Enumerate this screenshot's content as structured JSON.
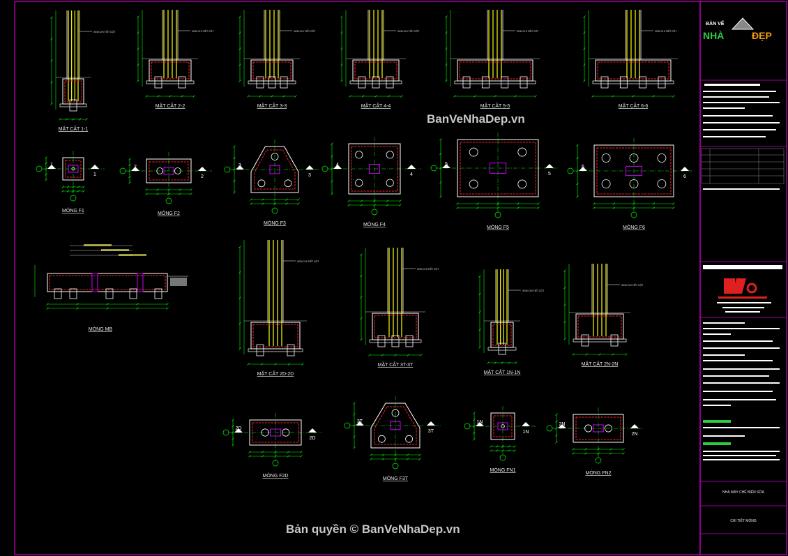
{
  "colors": {
    "background": "#000000",
    "frame": "#d000d0",
    "concrete": "#ffffff",
    "rebar_outline": "#ff2020",
    "column_bars": "#ffff00",
    "dimension": "#00ff00",
    "pedestal": "#d000ff",
    "pile": "#ffffff",
    "logo_green": "#2ecc40",
    "logo_orange": "#f39c12"
  },
  "watermarks": {
    "top": "BanVeNhaDep.vn",
    "bottom": "Bản quyền © BanVeNhaDep.vn"
  },
  "logo": {
    "line1": "BẢN VẼ",
    "line2a": "NHÀ",
    "line2b": "ĐẸP"
  },
  "column_callout": "XEM CHI TIẾT CỘT",
  "sections": [
    {
      "key": "s11",
      "label": "MẶT CẮT 1-1"
    },
    {
      "key": "s22",
      "label": "MẶT CẮT 2-2"
    },
    {
      "key": "s33",
      "label": "MẶT CẮT 3-3"
    },
    {
      "key": "s44",
      "label": "MẶT CẮT 4-4"
    },
    {
      "key": "s55",
      "label": "MẶT CẮT 5-5"
    },
    {
      "key": "s66",
      "label": "MẶT CẮT 6-6"
    },
    {
      "key": "s2d",
      "label": "MẶT CẮT 2D-2D"
    },
    {
      "key": "s3t",
      "label": "MẶT CẮT 3T-3T"
    },
    {
      "key": "s1n",
      "label": "MẶT CẮT 1N-1N"
    },
    {
      "key": "s2n",
      "label": "MẶT CẮT 2N-2N"
    }
  ],
  "plans": [
    {
      "key": "f1",
      "label": "MÓNG F1",
      "mark": "1"
    },
    {
      "key": "f2",
      "label": "MÓNG F2",
      "mark": "2"
    },
    {
      "key": "f3",
      "label": "MÓNG F3",
      "mark": "3"
    },
    {
      "key": "f4",
      "label": "MÓNG F4",
      "mark": "4"
    },
    {
      "key": "f5",
      "label": "MÓNG F5",
      "mark": "5"
    },
    {
      "key": "f6",
      "label": "MÓNG F6",
      "mark": "6"
    },
    {
      "key": "fmb",
      "label": "MÓNG MB",
      "mark": ""
    },
    {
      "key": "f2d",
      "label": "MÓNG F2D",
      "mark": "2D"
    },
    {
      "key": "f3t",
      "label": "MÓNG F3T",
      "mark": "3T"
    },
    {
      "key": "fn1",
      "label": "MÓNG FN1",
      "mark": "1N"
    },
    {
      "key": "fn2",
      "label": "MÓNG FN2",
      "mark": "2N"
    }
  ],
  "title_block": {
    "project": "NHÀ MÁY CHẾ BIẾN SỮA",
    "sheet": "CHI TIẾT MÓNG"
  }
}
